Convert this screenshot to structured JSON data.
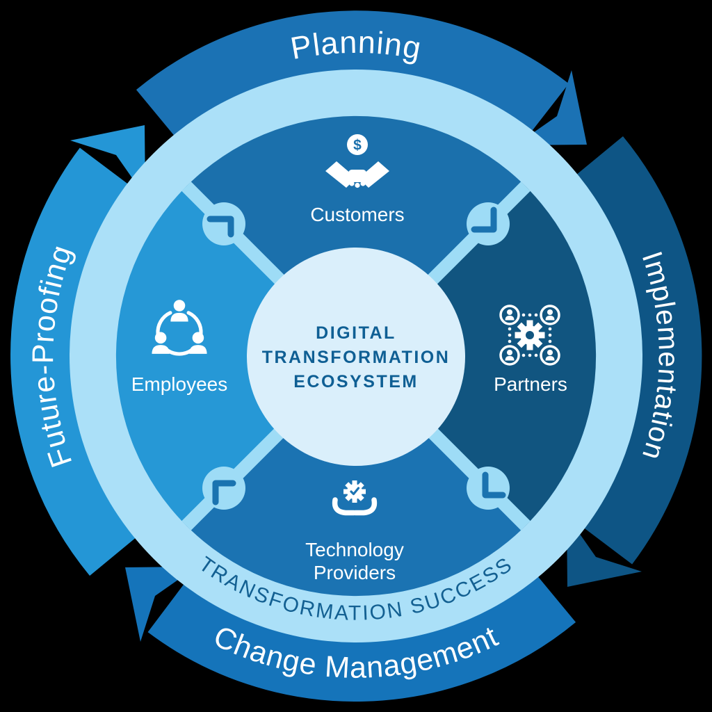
{
  "diagram": {
    "center": {
      "line1": "DIGITAL",
      "line2": "TRANSFORMATION",
      "line3": "ECOSYSTEM"
    },
    "outer_labels": {
      "top": "Planning",
      "right": "Implementation",
      "bottom": "Change Management",
      "left": "Future-Proofing"
    },
    "inner_ring_label": "TRANSFORMATION SUCCESS",
    "quadrants": {
      "top": {
        "label": "Customers",
        "icon": "handshake-with-dollar-icon",
        "dollar_symbol": "$"
      },
      "right": {
        "label": "Partners",
        "icon": "partner-network-gear-icon"
      },
      "bottom": {
        "label_line1": "Technology",
        "label_line2": "Providers",
        "icon": "hands-holding-gear-check-icon"
      },
      "left": {
        "label": "Employees",
        "icon": "team-circle-icon"
      }
    },
    "colors": {
      "arc_planning": "#1b72b4",
      "arc_implementation": "#0e5585",
      "arc_change_management": "#1574ba",
      "arc_future_proofing": "#2496d6",
      "quadrant_top": "#1b70ac",
      "quadrant_right": "#115580",
      "quadrant_bottom": "#1b73b2",
      "quadrant_left": "#2698d6",
      "light_ring": "#abe0f8",
      "connector": "#9edcf6",
      "center_circle": "#daeffb",
      "center_text": "#0f5f94",
      "success_text": "#136092",
      "bracket_glyph": "#1a73b0",
      "white": "#ffffff",
      "background": "#000000"
    }
  }
}
